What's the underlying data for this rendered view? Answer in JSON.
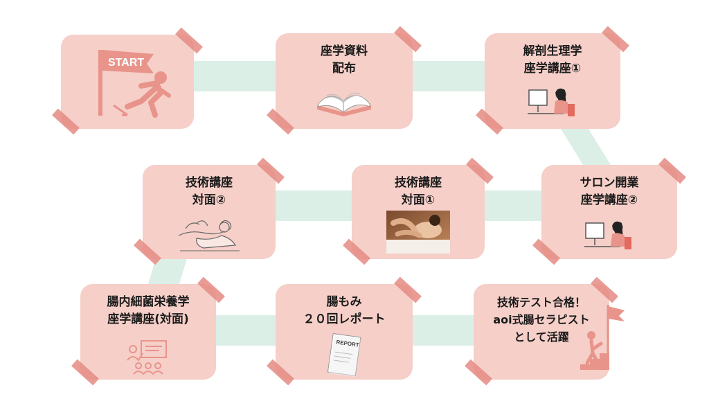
{
  "steps": [
    {
      "id": "start",
      "lines": [],
      "icon": "start-flag-runner-icon",
      "badge": "START"
    },
    {
      "id": "materials",
      "lines": [
        "座学資料",
        "配布"
      ],
      "icon": "open-book-icon"
    },
    {
      "id": "anatomy",
      "lines": [
        "解剖生理学",
        "座学講座①"
      ],
      "icon": "woman-at-computer-icon"
    },
    {
      "id": "salon",
      "lines": [
        "サロン開業",
        "座学講座②"
      ],
      "icon": "woman-at-computer-icon"
    },
    {
      "id": "tech1",
      "lines": [
        "技術講座",
        "対面①"
      ],
      "icon": "massage-photo"
    },
    {
      "id": "tech2",
      "lines": [
        "技術講座",
        "対面②"
      ],
      "icon": "massage-sketch-icon"
    },
    {
      "id": "nutrition",
      "lines": [
        "腸内細菌栄養学",
        "座学講座(対面)"
      ],
      "icon": "presentation-audience-icon"
    },
    {
      "id": "report",
      "lines": [
        "腸もみ",
        "２０回レポート"
      ],
      "icon": "report-document-icon",
      "badge": "REPORT"
    },
    {
      "id": "goal",
      "lines": [
        "技術テスト合格！",
        "aoi式腸セラピスト",
        "として活躍"
      ],
      "icon": "goal-flag-climber-icon"
    }
  ],
  "colors": {
    "card": "#f5cfc8",
    "tape": "#e48b82",
    "path": "#dcefe6",
    "icon": "#e8948b"
  }
}
